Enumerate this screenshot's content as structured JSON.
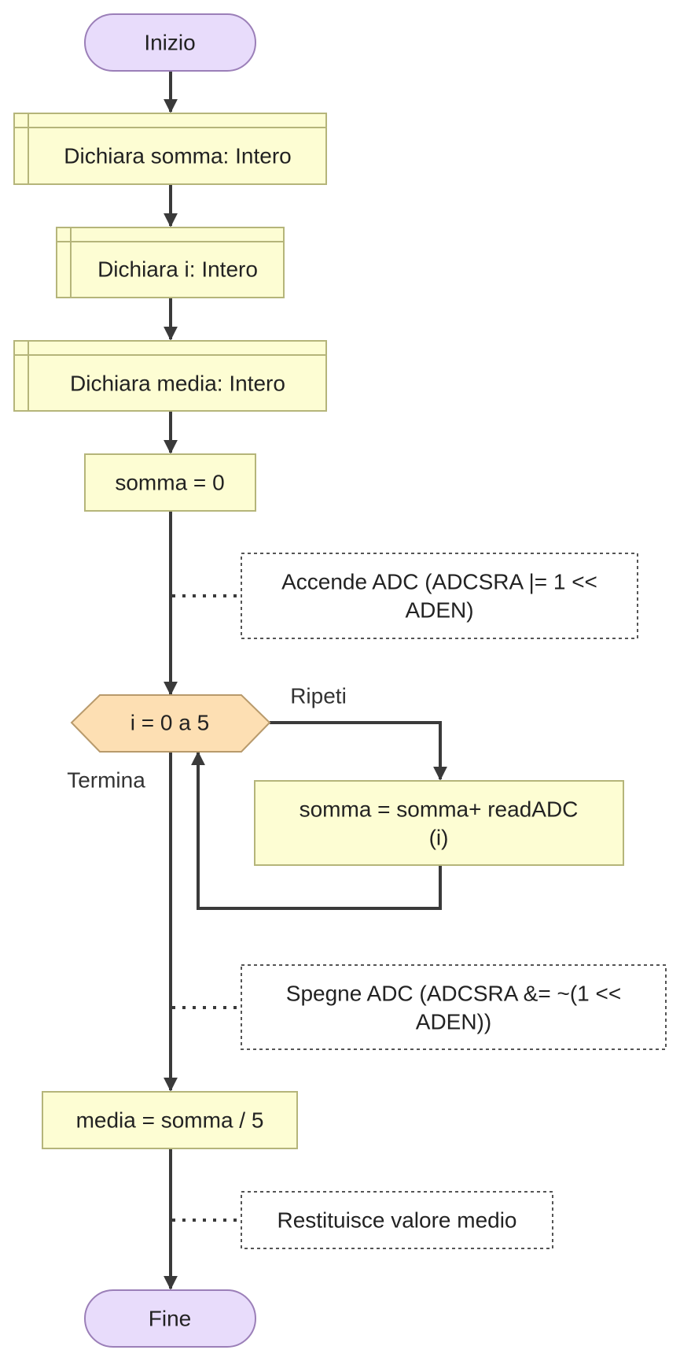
{
  "flowchart": {
    "start": "Inizio",
    "declarations": [
      "Dichiara somma: Intero",
      "Dichiara i: Intero",
      "Dichiara media: Intero"
    ],
    "init": "somma = 0",
    "comment_enable": [
      "Accende ADC (ADCSRA |= 1 <<",
      "ADEN)"
    ],
    "loop": "i = 0 a 5",
    "loop_repeat_label": "Ripeti",
    "loop_exit_label": "Termina",
    "loop_body": [
      "somma = somma+ readADC",
      "(i)"
    ],
    "comment_disable": [
      "Spegne ADC (ADCSRA &= ~(1 <<",
      "ADEN))"
    ],
    "average": "media = somma / 5",
    "comment_return": "Restituisce valore medio",
    "end": "Fine"
  }
}
